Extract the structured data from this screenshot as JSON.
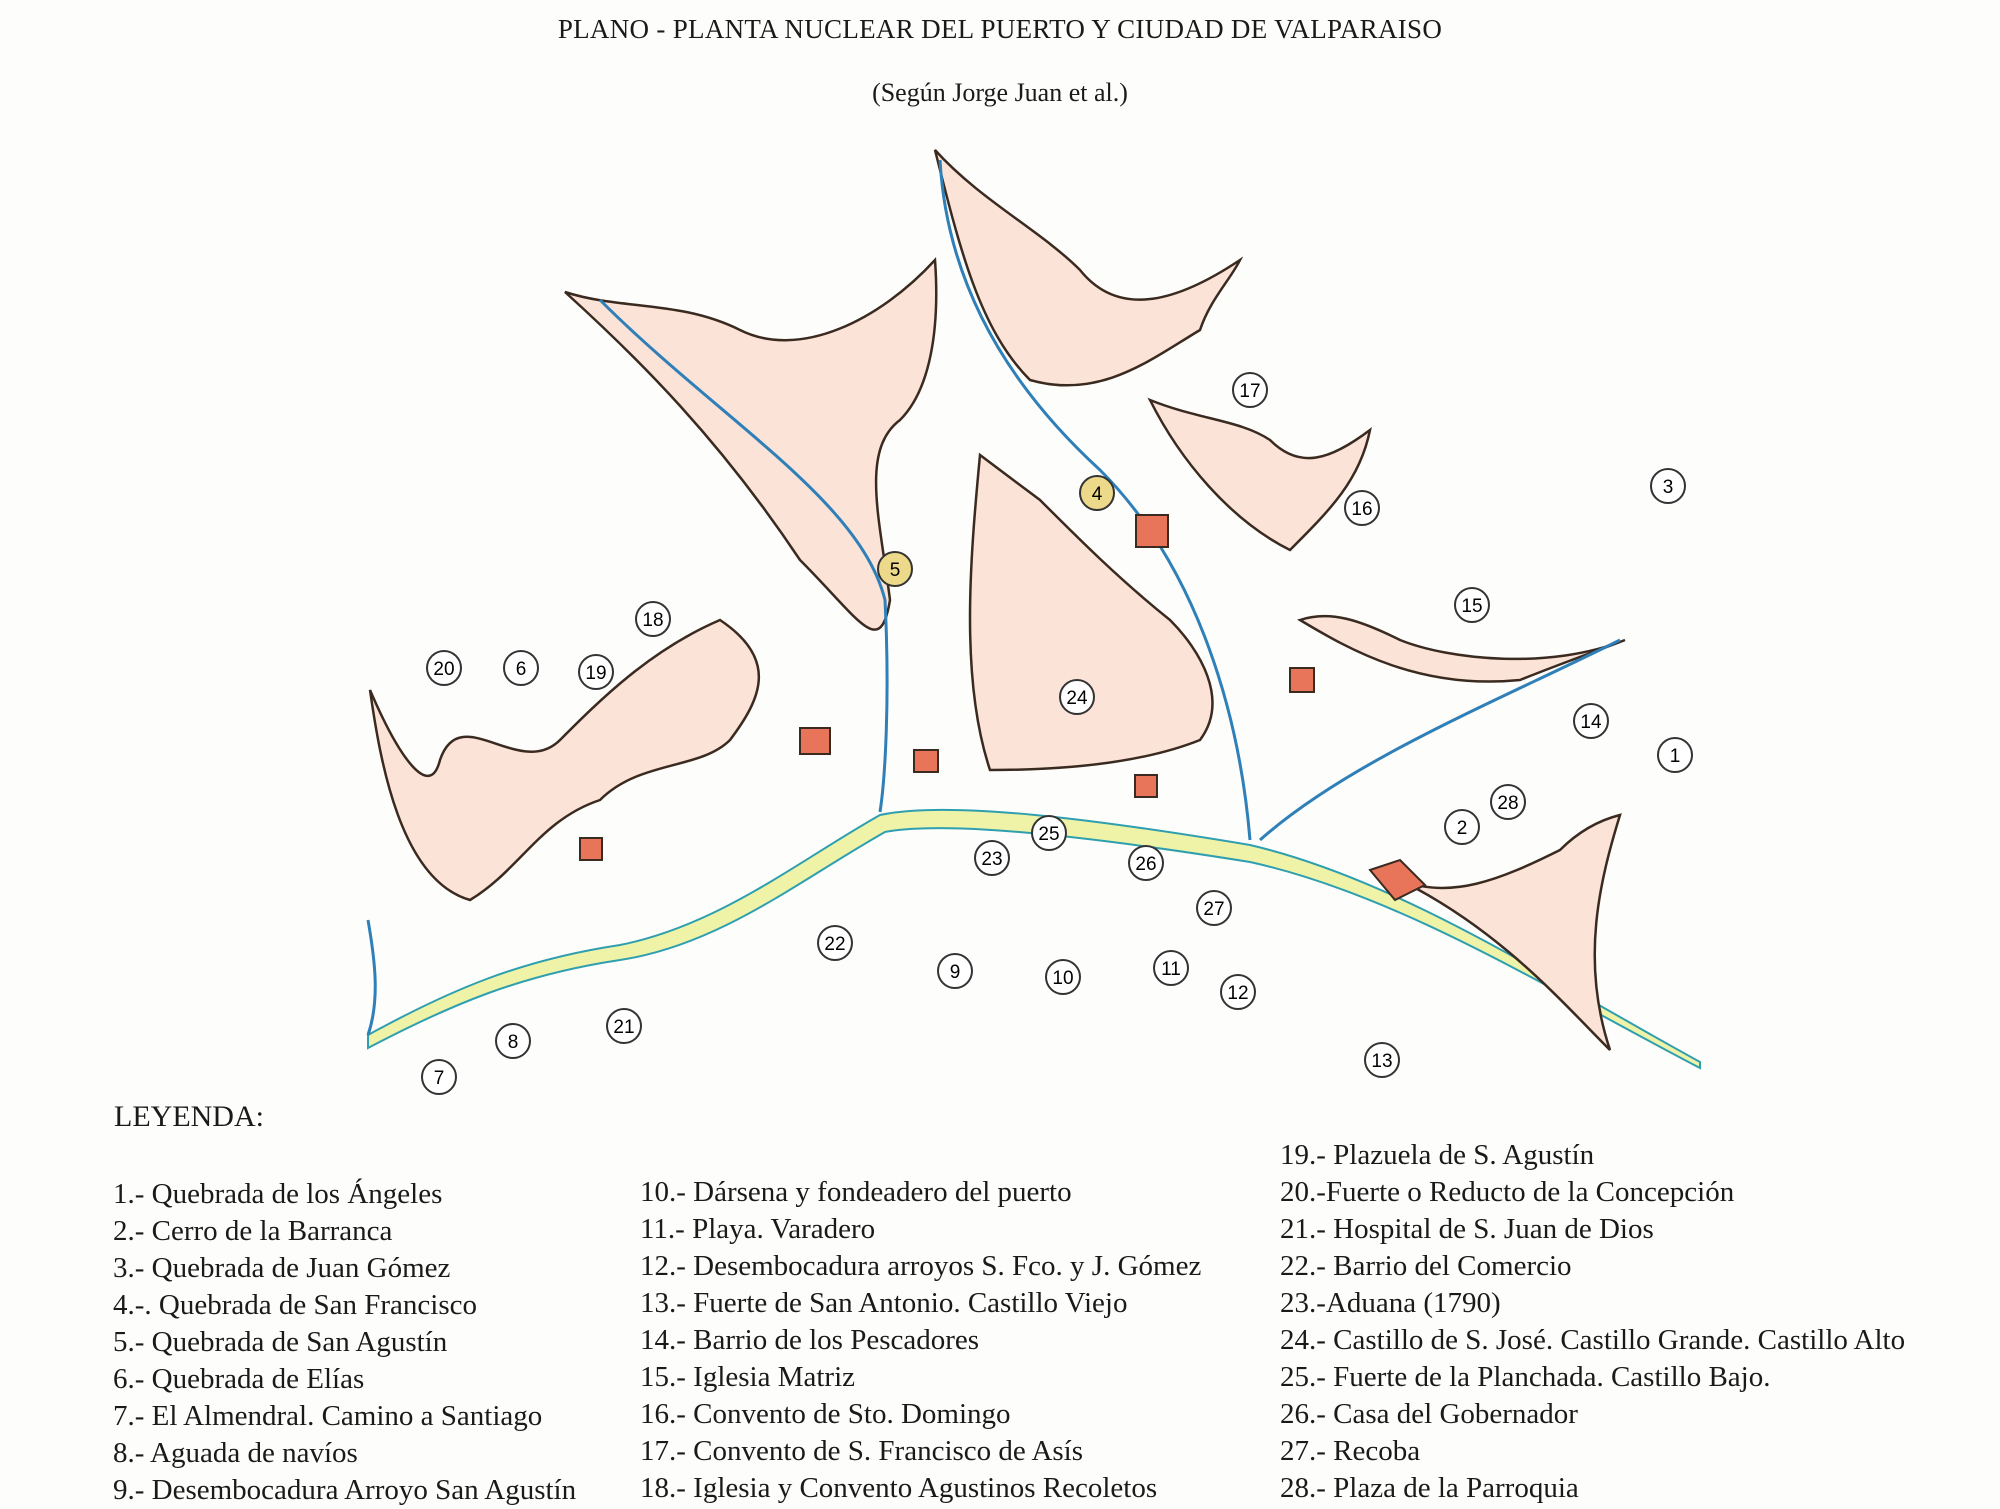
{
  "title": "PLANO - PLANTA NUCLEAR DEL PUERTO Y CIUDAD DE VALPARAISO",
  "subtitle": "(Según Jorge Juan et al.)",
  "colors": {
    "hills": "#f29a7c",
    "hill_outline": "#3a2a20",
    "river": "#2f7fb8",
    "beach": "#eef3a8",
    "building": "#e8755a",
    "yellow_marker": "#ecd98a"
  },
  "map_markers": [
    "1",
    "2",
    "3",
    "4",
    "5",
    "6",
    "7",
    "8",
    "9",
    "10",
    "11",
    "12",
    "13",
    "14",
    "15",
    "16",
    "17",
    "18",
    "19",
    "20",
    "21",
    "22",
    "23",
    "24",
    "25",
    "26",
    "27",
    "28"
  ],
  "legend": {
    "title": "LEYENDA:",
    "items": [
      "1.- Quebrada de los Ángeles",
      "2.- Cerro de la Barranca",
      "3.- Quebrada de Juan Gómez",
      "4.-. Quebrada de San Francisco",
      "5.- Quebrada de San Agustín",
      "6.- Quebrada de Elías",
      "7.- El Almendral. Camino a Santiago",
      "8.- Aguada de navíos",
      "9.- Desembocadura Arroyo San Agustín",
      "10.- Dársena y fondeadero del puerto",
      "11.- Playa. Varadero",
      "12.- Desembocadura arroyos S. Fco. y J. Gómez",
      "13.- Fuerte de San Antonio. Castillo Viejo",
      "14.- Barrio de los Pescadores",
      "15.- Iglesia Matriz",
      "16.- Convento de Sto. Domingo",
      "17.- Convento de S. Francisco de Asís",
      "18.- Iglesia y Convento Agustinos Recoletos",
      "19.- Plazuela de S. Agustín",
      "20.-Fuerte o Reducto de la Concepción",
      "21.- Hospital de S. Juan de Dios",
      "22.- Barrio del Comercio",
      "23.-Aduana (1790)",
      "24.- Castillo de S. José. Castillo Grande. Castillo Alto",
      "25.- Fuerte de la Planchada. Castillo Bajo.",
      "26.- Casa del Gobernador",
      "27.- Recoba",
      "28.- Plaza de la Parroquia"
    ]
  }
}
